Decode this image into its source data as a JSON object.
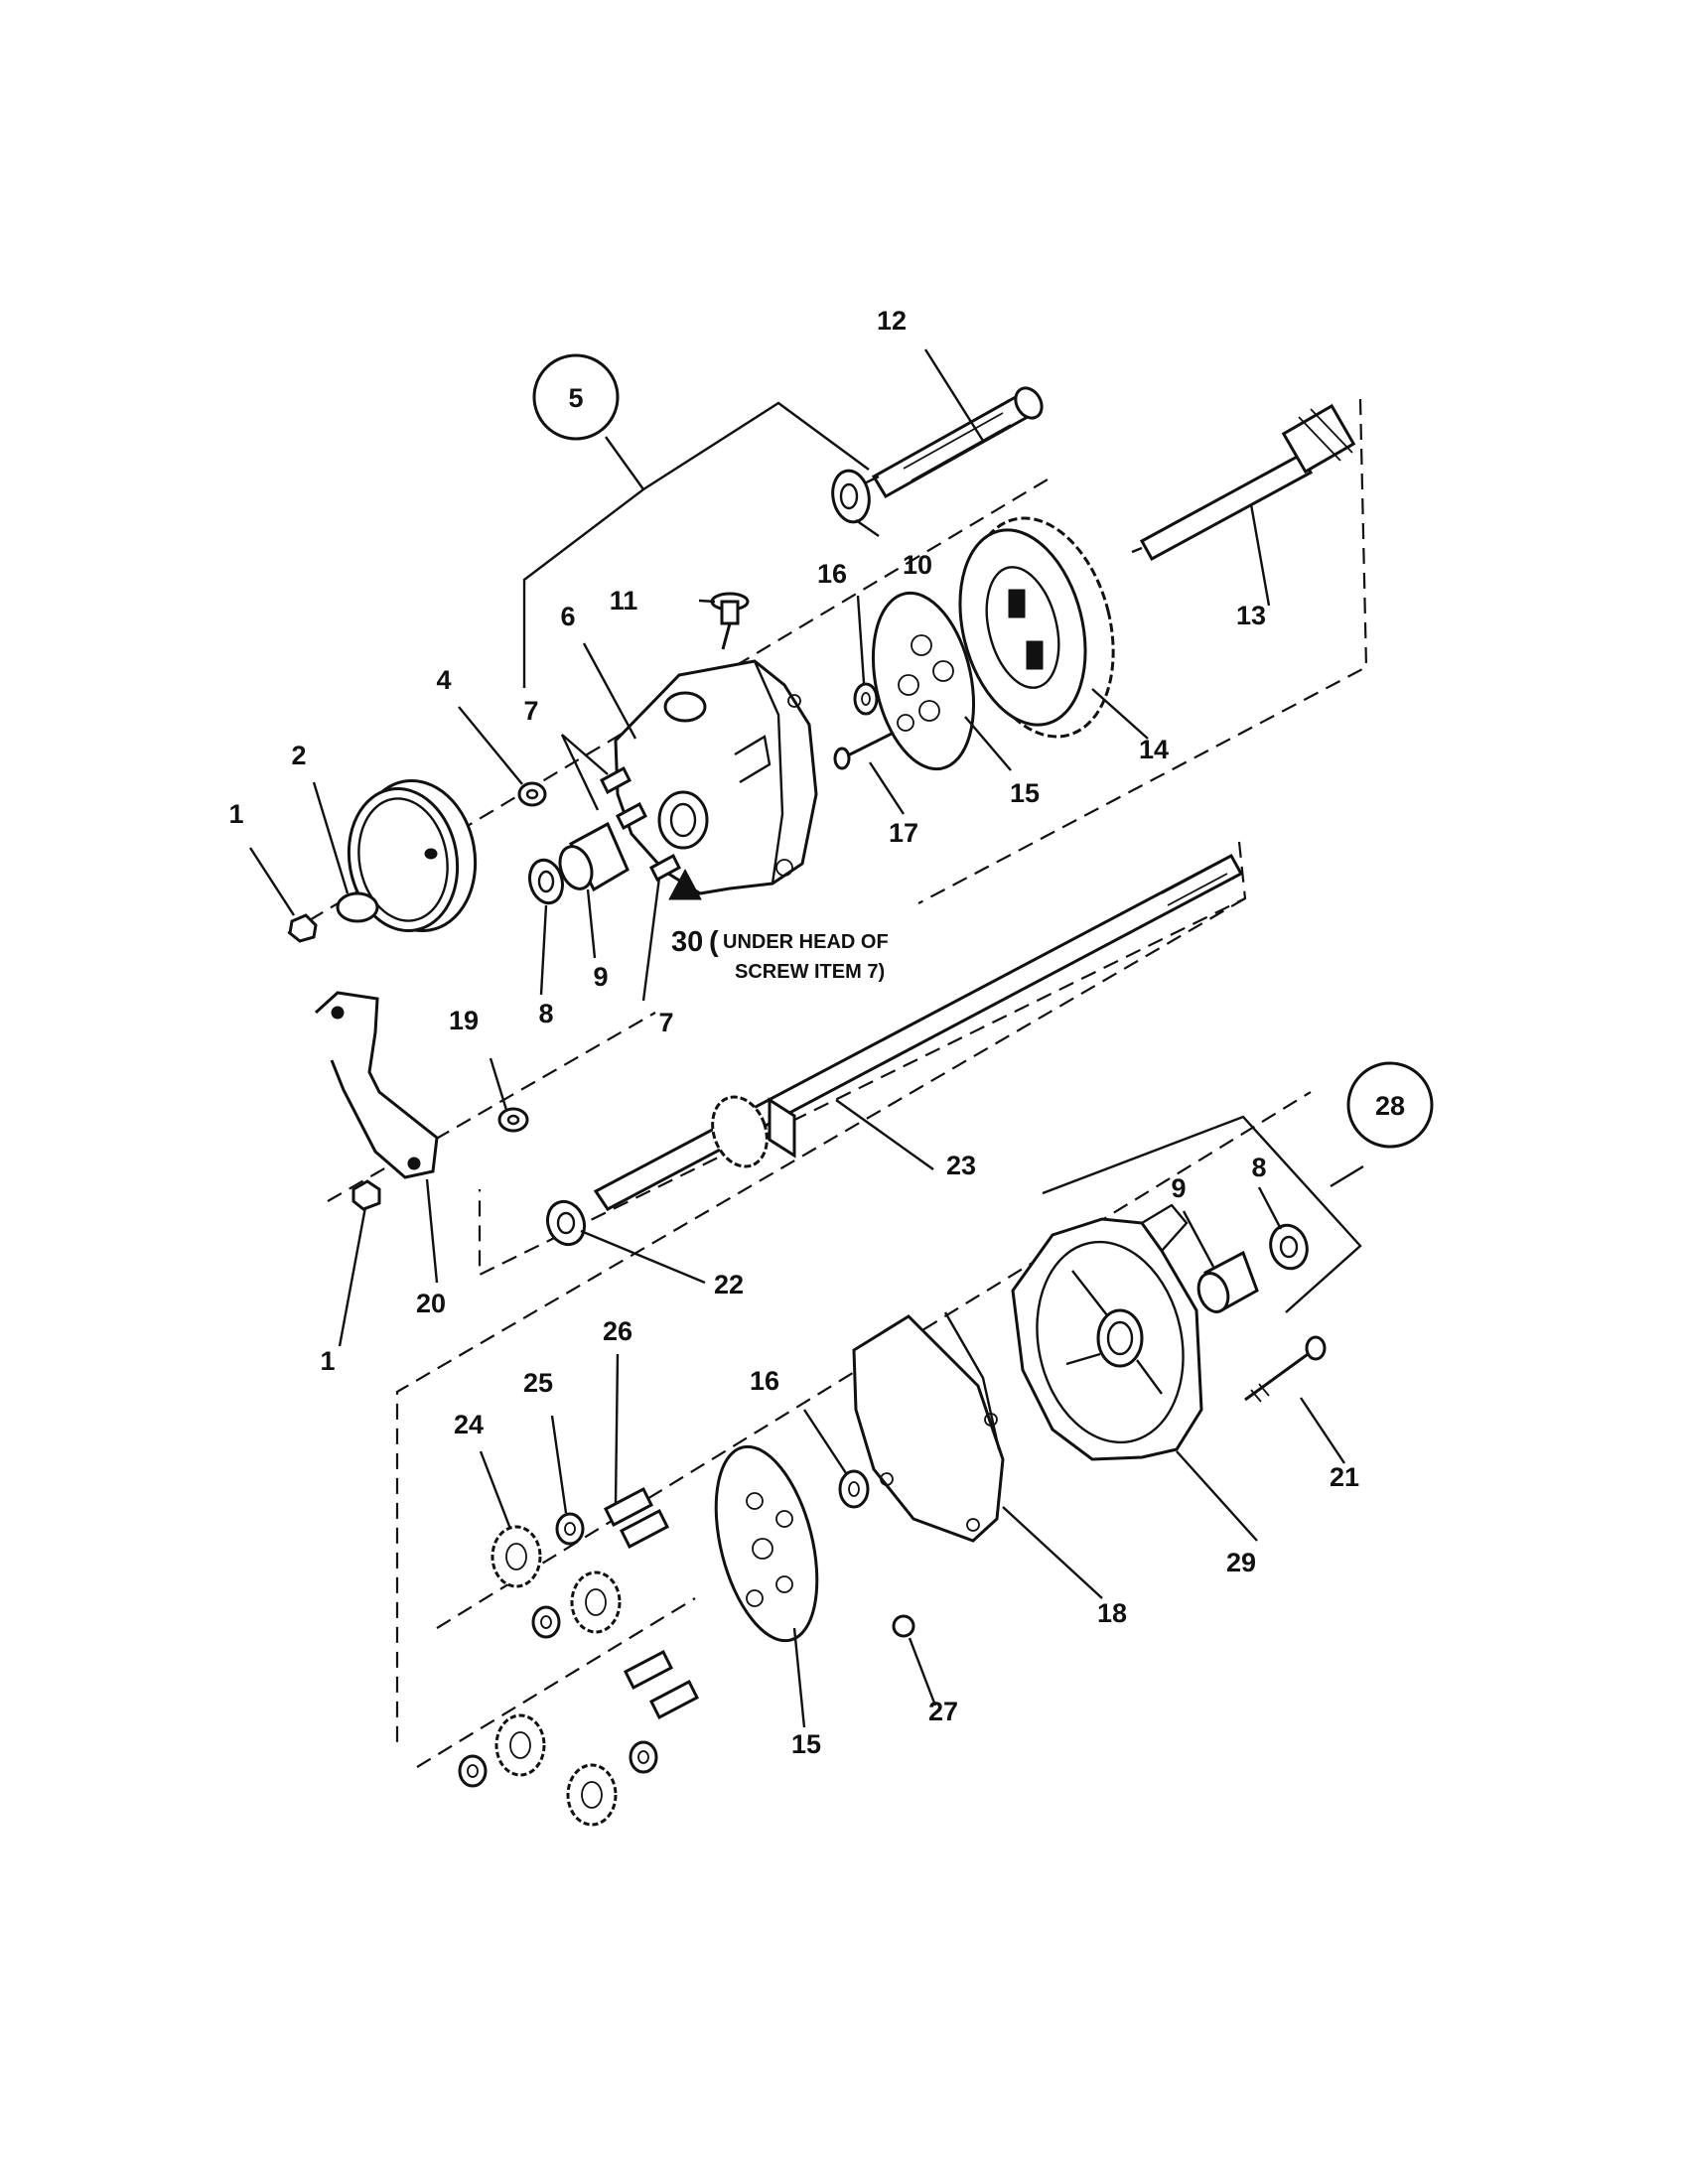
{
  "callouts": {
    "c1a": "1",
    "c1b": "1",
    "c2": "2",
    "c4": "4",
    "c5": "5",
    "c6": "6",
    "c7a": "7",
    "c7b": "7",
    "c8a": "8",
    "c8b": "8",
    "c9a": "9",
    "c9b": "9",
    "c10": "10",
    "c11": "11",
    "c12": "12",
    "c13": "13",
    "c14": "14",
    "c15a": "15",
    "c15b": "15",
    "c16a": "16",
    "c16b": "16",
    "c17": "17",
    "c18": "18",
    "c19": "19",
    "c20": "20",
    "c21": "21",
    "c22": "22",
    "c23": "23",
    "c24": "24",
    "c25": "25",
    "c26": "26",
    "c27": "27",
    "c28": "28",
    "c29": "29",
    "c30": "30"
  },
  "note": {
    "paren_open": "(",
    "line1": "UNDER HEAD OF",
    "line2": "SCREW ITEM 7)"
  }
}
